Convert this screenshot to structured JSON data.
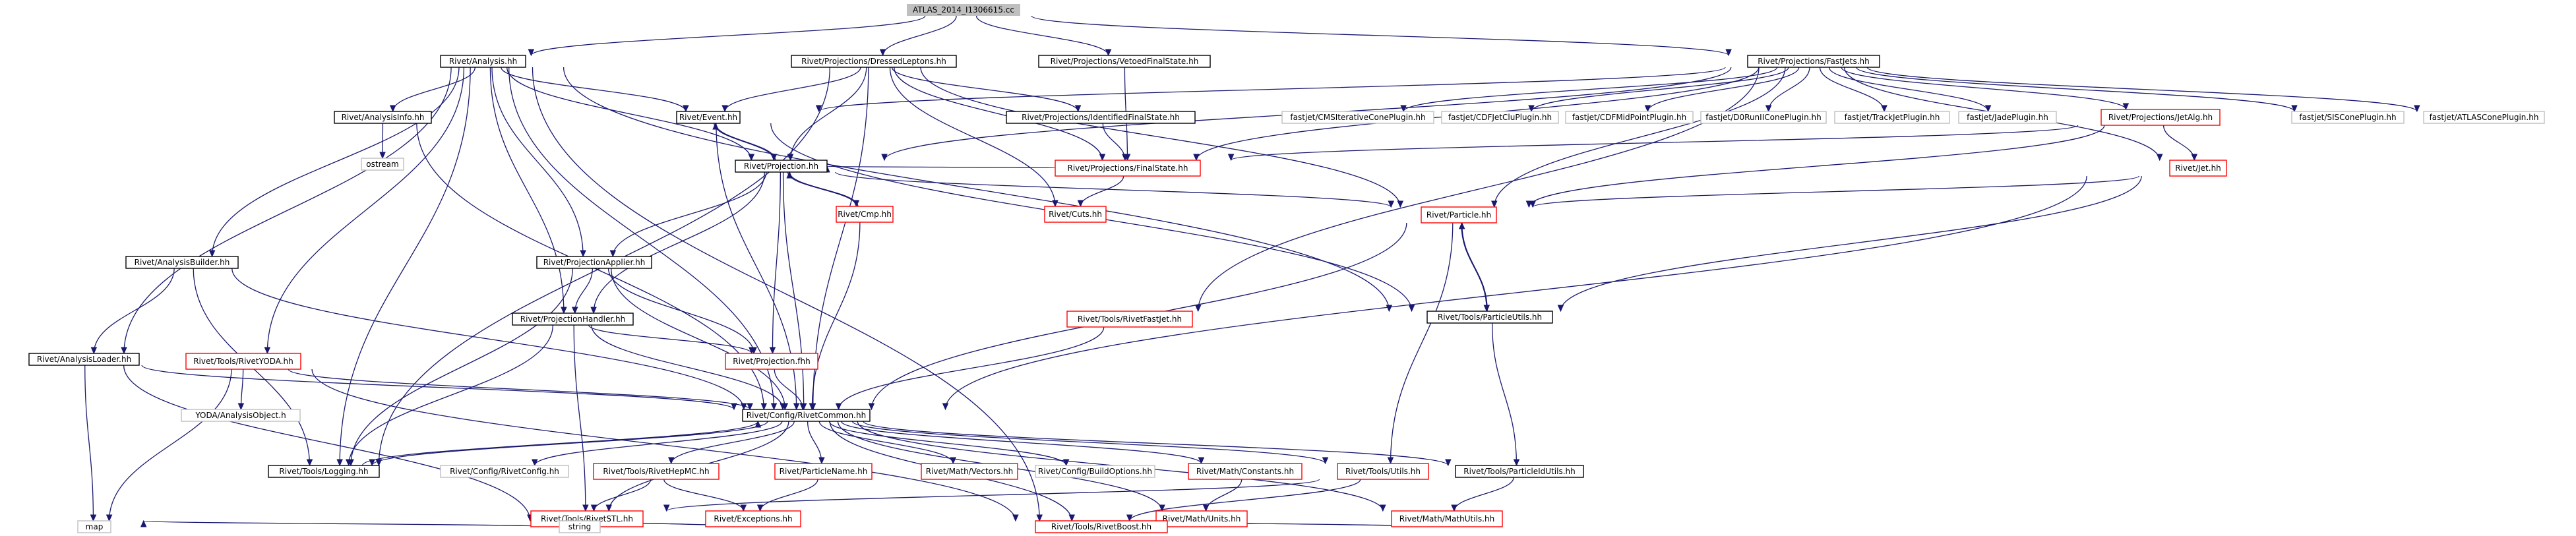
{
  "nodes": [
    {
      "id": "root",
      "label": "ATLAS_2014_I1306615.cc",
      "style": "root"
    },
    {
      "id": "analysis",
      "label": "Rivet/Analysis.hh",
      "style": "normal"
    },
    {
      "id": "dressed",
      "label": "Rivet/Projections/DressedLeptons.hh",
      "style": "normal"
    },
    {
      "id": "vetoed",
      "label": "Rivet/Projections/VetoedFinalState.hh",
      "style": "normal"
    },
    {
      "id": "fastjets",
      "label": "Rivet/Projections/FastJets.hh",
      "style": "normal"
    },
    {
      "id": "analysisinfo",
      "label": "Rivet/AnalysisInfo.hh",
      "style": "normal"
    },
    {
      "id": "event",
      "label": "Rivet/Event.hh",
      "style": "normal"
    },
    {
      "id": "idfs",
      "label": "Rivet/Projections/IdentifiedFinalState.hh",
      "style": "normal"
    },
    {
      "id": "cms",
      "label": "fastjet/CMSIterativeConePlugin.hh",
      "style": "gray"
    },
    {
      "id": "cdfjetclu",
      "label": "fastjet/CDFJetCluPlugin.hh",
      "style": "gray"
    },
    {
      "id": "cdfmid",
      "label": "fastjet/CDFMidPointPlugin.hh",
      "style": "gray"
    },
    {
      "id": "d0",
      "label": "fastjet/D0RunIIConePlugin.hh",
      "style": "gray"
    },
    {
      "id": "trackjet",
      "label": "fastjet/TrackJetPlugin.hh",
      "style": "gray"
    },
    {
      "id": "jade",
      "label": "fastjet/JadePlugin.hh",
      "style": "gray"
    },
    {
      "id": "jetalg",
      "label": "Rivet/Projections/JetAlg.hh",
      "style": "red"
    },
    {
      "id": "siscone",
      "label": "fastjet/SISConePlugin.hh",
      "style": "gray"
    },
    {
      "id": "atlascone",
      "label": "fastjet/ATLASConePlugin.hh",
      "style": "gray"
    },
    {
      "id": "ostream",
      "label": "ostream",
      "style": "gray"
    },
    {
      "id": "projection",
      "label": "Rivet/Projection.hh",
      "style": "normal"
    },
    {
      "id": "finalstate",
      "label": "Rivet/Projections/FinalState.hh",
      "style": "red"
    },
    {
      "id": "jet",
      "label": "Rivet/Jet.hh",
      "style": "red"
    },
    {
      "id": "cmp",
      "label": "Rivet/Cmp.hh",
      "style": "red"
    },
    {
      "id": "cuts",
      "label": "Rivet/Cuts.hh",
      "style": "red"
    },
    {
      "id": "projapplier",
      "label": "Rivet/ProjectionApplier.hh",
      "style": "normal"
    },
    {
      "id": "particle",
      "label": "Rivet/Particle.hh",
      "style": "red"
    },
    {
      "id": "analysisbuilder",
      "label": "Rivet/AnalysisBuilder.hh",
      "style": "normal"
    },
    {
      "id": "projhandler",
      "label": "Rivet/ProjectionHandler.hh",
      "style": "normal"
    },
    {
      "id": "fastjettool",
      "label": "Rivet/Tools/RivetFastJet.hh",
      "style": "red"
    },
    {
      "id": "particleutils",
      "label": "Rivet/Tools/ParticleUtils.hh",
      "style": "normal"
    },
    {
      "id": "analysisloader",
      "label": "Rivet/AnalysisLoader.hh",
      "style": "normal"
    },
    {
      "id": "rivetyoda",
      "label": "Rivet/Tools/RivetYODA.hh",
      "style": "red"
    },
    {
      "id": "projfhh",
      "label": "Rivet/Projection.fhh",
      "style": "red"
    },
    {
      "id": "yodaao",
      "label": "YODA/AnalysisObject.h",
      "style": "gray"
    },
    {
      "id": "rivetcommon",
      "label": "Rivet/Config/RivetCommon.hh",
      "style": "normal"
    },
    {
      "id": "logging",
      "label": "Rivet/Tools/Logging.hh",
      "style": "normal"
    },
    {
      "id": "rivetconfig",
      "label": "Rivet/Config/RivetConfig.hh",
      "style": "gray"
    },
    {
      "id": "hepmc",
      "label": "Rivet/Tools/RivetHepMC.hh",
      "style": "red"
    },
    {
      "id": "particlename",
      "label": "Rivet/ParticleName.hh",
      "style": "red"
    },
    {
      "id": "vectors",
      "label": "Rivet/Math/Vectors.hh",
      "style": "red"
    },
    {
      "id": "buildoptions",
      "label": "Rivet/Config/BuildOptions.hh",
      "style": "gray"
    },
    {
      "id": "constants",
      "label": "Rivet/Math/Constants.hh",
      "style": "red"
    },
    {
      "id": "utils",
      "label": "Rivet/Tools/Utils.hh",
      "style": "red"
    },
    {
      "id": "particleidutils",
      "label": "Rivet/Tools/ParticleIdUtils.hh",
      "style": "normal"
    },
    {
      "id": "rivetstl",
      "label": "Rivet/Tools/RivetSTL.hh",
      "style": "red"
    },
    {
      "id": "exceptions",
      "label": "Rivet/Exceptions.hh",
      "style": "red"
    },
    {
      "id": "units",
      "label": "Rivet/Math/Units.hh",
      "style": "red"
    },
    {
      "id": "mathutils",
      "label": "Rivet/Math/MathUtils.hh",
      "style": "red"
    },
    {
      "id": "map",
      "label": "map",
      "style": "gray"
    },
    {
      "id": "string",
      "label": "string",
      "style": "gray"
    },
    {
      "id": "boost",
      "label": "Rivet/Tools/RivetBoost.hh",
      "style": "red"
    }
  ],
  "edges": [
    [
      "root",
      "analysis"
    ],
    [
      "root",
      "dressed"
    ],
    [
      "root",
      "vetoed"
    ],
    [
      "root",
      "fastjets"
    ],
    [
      "analysis",
      "analysisinfo"
    ],
    [
      "analysis",
      "event"
    ],
    [
      "analysis",
      "projection"
    ],
    [
      "analysis",
      "projapplier"
    ],
    [
      "analysis",
      "projhandler"
    ],
    [
      "analysis",
      "analysisbuilder"
    ],
    [
      "analysis",
      "analysisloader"
    ],
    [
      "analysis",
      "rivetyoda"
    ],
    [
      "analysis",
      "rivetcommon"
    ],
    [
      "analysis",
      "logging"
    ],
    [
      "analysis",
      "particleutils"
    ],
    [
      "analysis",
      "boost"
    ],
    [
      "dressed",
      "idfs"
    ],
    [
      "dressed",
      "finalstate"
    ],
    [
      "dressed",
      "event"
    ],
    [
      "dressed",
      "projection"
    ],
    [
      "dressed",
      "cuts"
    ],
    [
      "dressed",
      "particle"
    ],
    [
      "dressed",
      "rivetcommon"
    ],
    [
      "dressed",
      "logging"
    ],
    [
      "vetoed",
      "finalstate"
    ],
    [
      "fastjets",
      "cms"
    ],
    [
      "fastjets",
      "cdfjetclu"
    ],
    [
      "fastjets",
      "cdfmid"
    ],
    [
      "fastjets",
      "d0"
    ],
    [
      "fastjets",
      "trackjet"
    ],
    [
      "fastjets",
      "jade"
    ],
    [
      "fastjets",
      "jetalg"
    ],
    [
      "fastjets",
      "siscone"
    ],
    [
      "fastjets",
      "atlascone"
    ],
    [
      "fastjets",
      "jet"
    ],
    [
      "fastjets",
      "particle"
    ],
    [
      "fastjets",
      "fastjettool"
    ],
    [
      "fastjets",
      "finalstate"
    ],
    [
      "fastjets",
      "projection"
    ],
    [
      "fastjets",
      "event"
    ],
    [
      "analysisinfo",
      "ostream"
    ],
    [
      "analysisinfo",
      "rivetcommon"
    ],
    [
      "event",
      "projection"
    ],
    [
      "event",
      "particleutils"
    ],
    [
      "event",
      "rivetcommon"
    ],
    [
      "idfs",
      "finalstate"
    ],
    [
      "jetalg",
      "finalstate"
    ],
    [
      "jetalg",
      "jet"
    ],
    [
      "jetalg",
      "particle"
    ],
    [
      "projection",
      "event"
    ],
    [
      "projection",
      "cmp"
    ],
    [
      "projection",
      "projapplier"
    ],
    [
      "projection",
      "projhandler"
    ],
    [
      "projection",
      "projfhh"
    ],
    [
      "projection",
      "rivetcommon"
    ],
    [
      "projection",
      "particle"
    ],
    [
      "finalstate",
      "cuts"
    ],
    [
      "finalstate",
      "projection"
    ],
    [
      "jet",
      "particle"
    ],
    [
      "jet",
      "particleutils"
    ],
    [
      "jet",
      "rivetcommon"
    ],
    [
      "cmp",
      "projection"
    ],
    [
      "cmp",
      "rivetcommon"
    ],
    [
      "projapplier",
      "projhandler"
    ],
    [
      "projapplier",
      "projfhh"
    ],
    [
      "projapplier",
      "logging"
    ],
    [
      "projapplier",
      "rivetcommon"
    ],
    [
      "particle",
      "particleutils"
    ],
    [
      "particle",
      "rivetcommon"
    ],
    [
      "particle",
      "utils"
    ],
    [
      "particleutils",
      "particle"
    ],
    [
      "particleutils",
      "particleidutils"
    ],
    [
      "analysisbuilder",
      "analysisloader"
    ],
    [
      "analysisbuilder",
      "rivetcommon"
    ],
    [
      "analysisbuilder",
      "logging"
    ],
    [
      "projhandler",
      "projfhh"
    ],
    [
      "projhandler",
      "logging"
    ],
    [
      "projhandler",
      "rivetcommon"
    ],
    [
      "projhandler",
      "rivetstl"
    ],
    [
      "fastjettool",
      "rivetcommon"
    ],
    [
      "analysisloader",
      "rivetcommon"
    ],
    [
      "analysisloader",
      "map"
    ],
    [
      "analysisloader",
      "string"
    ],
    [
      "rivetyoda",
      "yodaao"
    ],
    [
      "rivetyoda",
      "rivetcommon"
    ],
    [
      "rivetyoda",
      "map"
    ],
    [
      "rivetyoda",
      "boost"
    ],
    [
      "projfhh",
      "rivetcommon"
    ],
    [
      "rivetcommon",
      "logging"
    ],
    [
      "rivetcommon",
      "rivetconfig"
    ],
    [
      "rivetcommon",
      "hepmc"
    ],
    [
      "rivetcommon",
      "particlename"
    ],
    [
      "rivetcommon",
      "vectors"
    ],
    [
      "rivetcommon",
      "buildoptions"
    ],
    [
      "rivetcommon",
      "constants"
    ],
    [
      "rivetcommon",
      "utils"
    ],
    [
      "rivetcommon",
      "particleidutils"
    ],
    [
      "rivetcommon",
      "rivetstl"
    ],
    [
      "rivetcommon",
      "units"
    ],
    [
      "rivetcommon",
      "mathutils"
    ],
    [
      "rivetcommon",
      "boost"
    ],
    [
      "logging",
      "rivetcommon"
    ],
    [
      "hepmc",
      "rivetstl"
    ],
    [
      "hepmc",
      "exceptions"
    ],
    [
      "particlename",
      "exceptions"
    ],
    [
      "constants",
      "units"
    ],
    [
      "utils",
      "rivetstl"
    ],
    [
      "utils",
      "boost"
    ],
    [
      "particleidutils",
      "mathutils"
    ],
    [
      "rivetstl",
      "map"
    ],
    [
      "rivetstl",
      "string"
    ],
    [
      "exceptions",
      "string"
    ],
    [
      "mathutils",
      "boost"
    ]
  ]
}
